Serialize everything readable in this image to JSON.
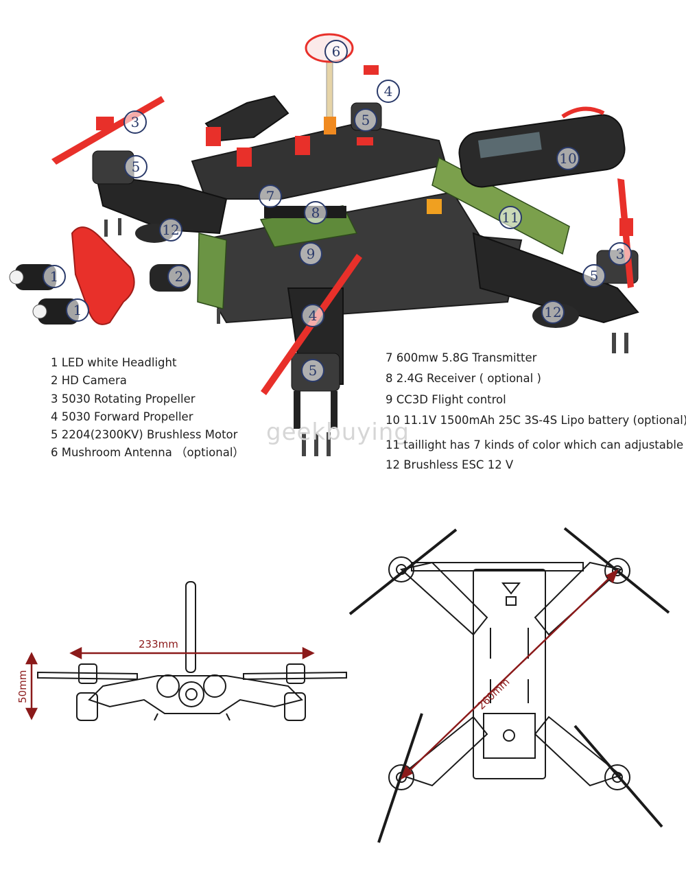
{
  "legend_left": [
    "1 LED white Headlight",
    "2 HD Camera",
    "3 5030 Rotating Propeller",
    "4 5030 Forward Propeller",
    "5 2204(2300KV) Brushless Motor",
    "6 Mushroom Antenna （optional）"
  ],
  "legend_right": [
    "7 600mw 5.8G Transmitter",
    "8 2.4G Receiver ( optional )",
    "9 CC3D Flight control",
    "10 11.1V 1500mAh 25C 3S-4S Lipo battery (optional)",
    "11 taillight has 7 kinds of color which can adjustable",
    "12 Brushless ESC 12 V"
  ],
  "callouts": [
    "1",
    "1",
    "2",
    "3",
    "3",
    "4",
    "4",
    "5",
    "5",
    "5",
    "5",
    "6",
    "7",
    "8",
    "9",
    "10",
    "11",
    "12",
    "12"
  ],
  "watermark": "geekbuying",
  "dimensions": {
    "width": "233mm",
    "height": "50mm",
    "diagonal": "260mm"
  },
  "colors": {
    "frame": "#2e2e2e",
    "accent_red": "#e8302a",
    "board_green": "#5f8a3a",
    "dimension_line": "#8b1a1a",
    "callout_ring": "#2a3a6a"
  }
}
